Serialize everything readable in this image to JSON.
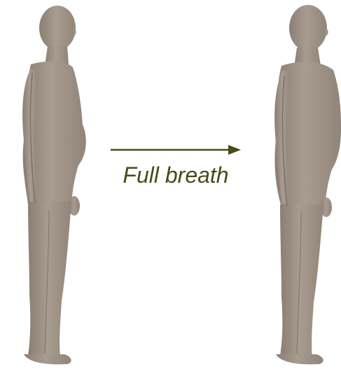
{
  "caption": "Full breath",
  "colors": {
    "skin": "#a3968a",
    "skin_shadow": "#857a6f",
    "arrow": "#4a4a1a"
  },
  "figures": [
    {
      "id": "before",
      "state": "exhale"
    },
    {
      "id": "after",
      "state": "full-breath"
    }
  ]
}
